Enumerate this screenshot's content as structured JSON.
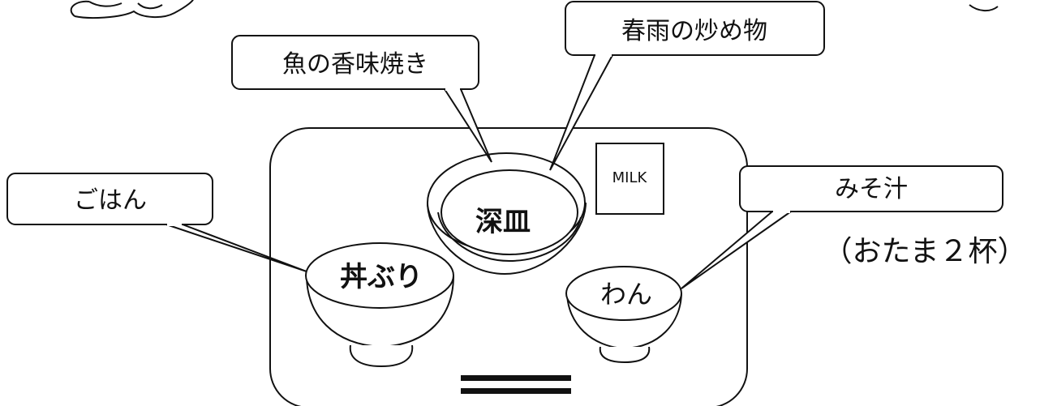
{
  "callouts": {
    "fish": "魚の香味焼き",
    "harusame": "春雨の炒め物",
    "rice": "ごはん",
    "miso": "みそ汁"
  },
  "dishes": {
    "deep_plate": "深皿",
    "donburi": "丼ぶり",
    "wan": "わん"
  },
  "milk_label": "MILK",
  "miso_note": "（おたま２杯）"
}
